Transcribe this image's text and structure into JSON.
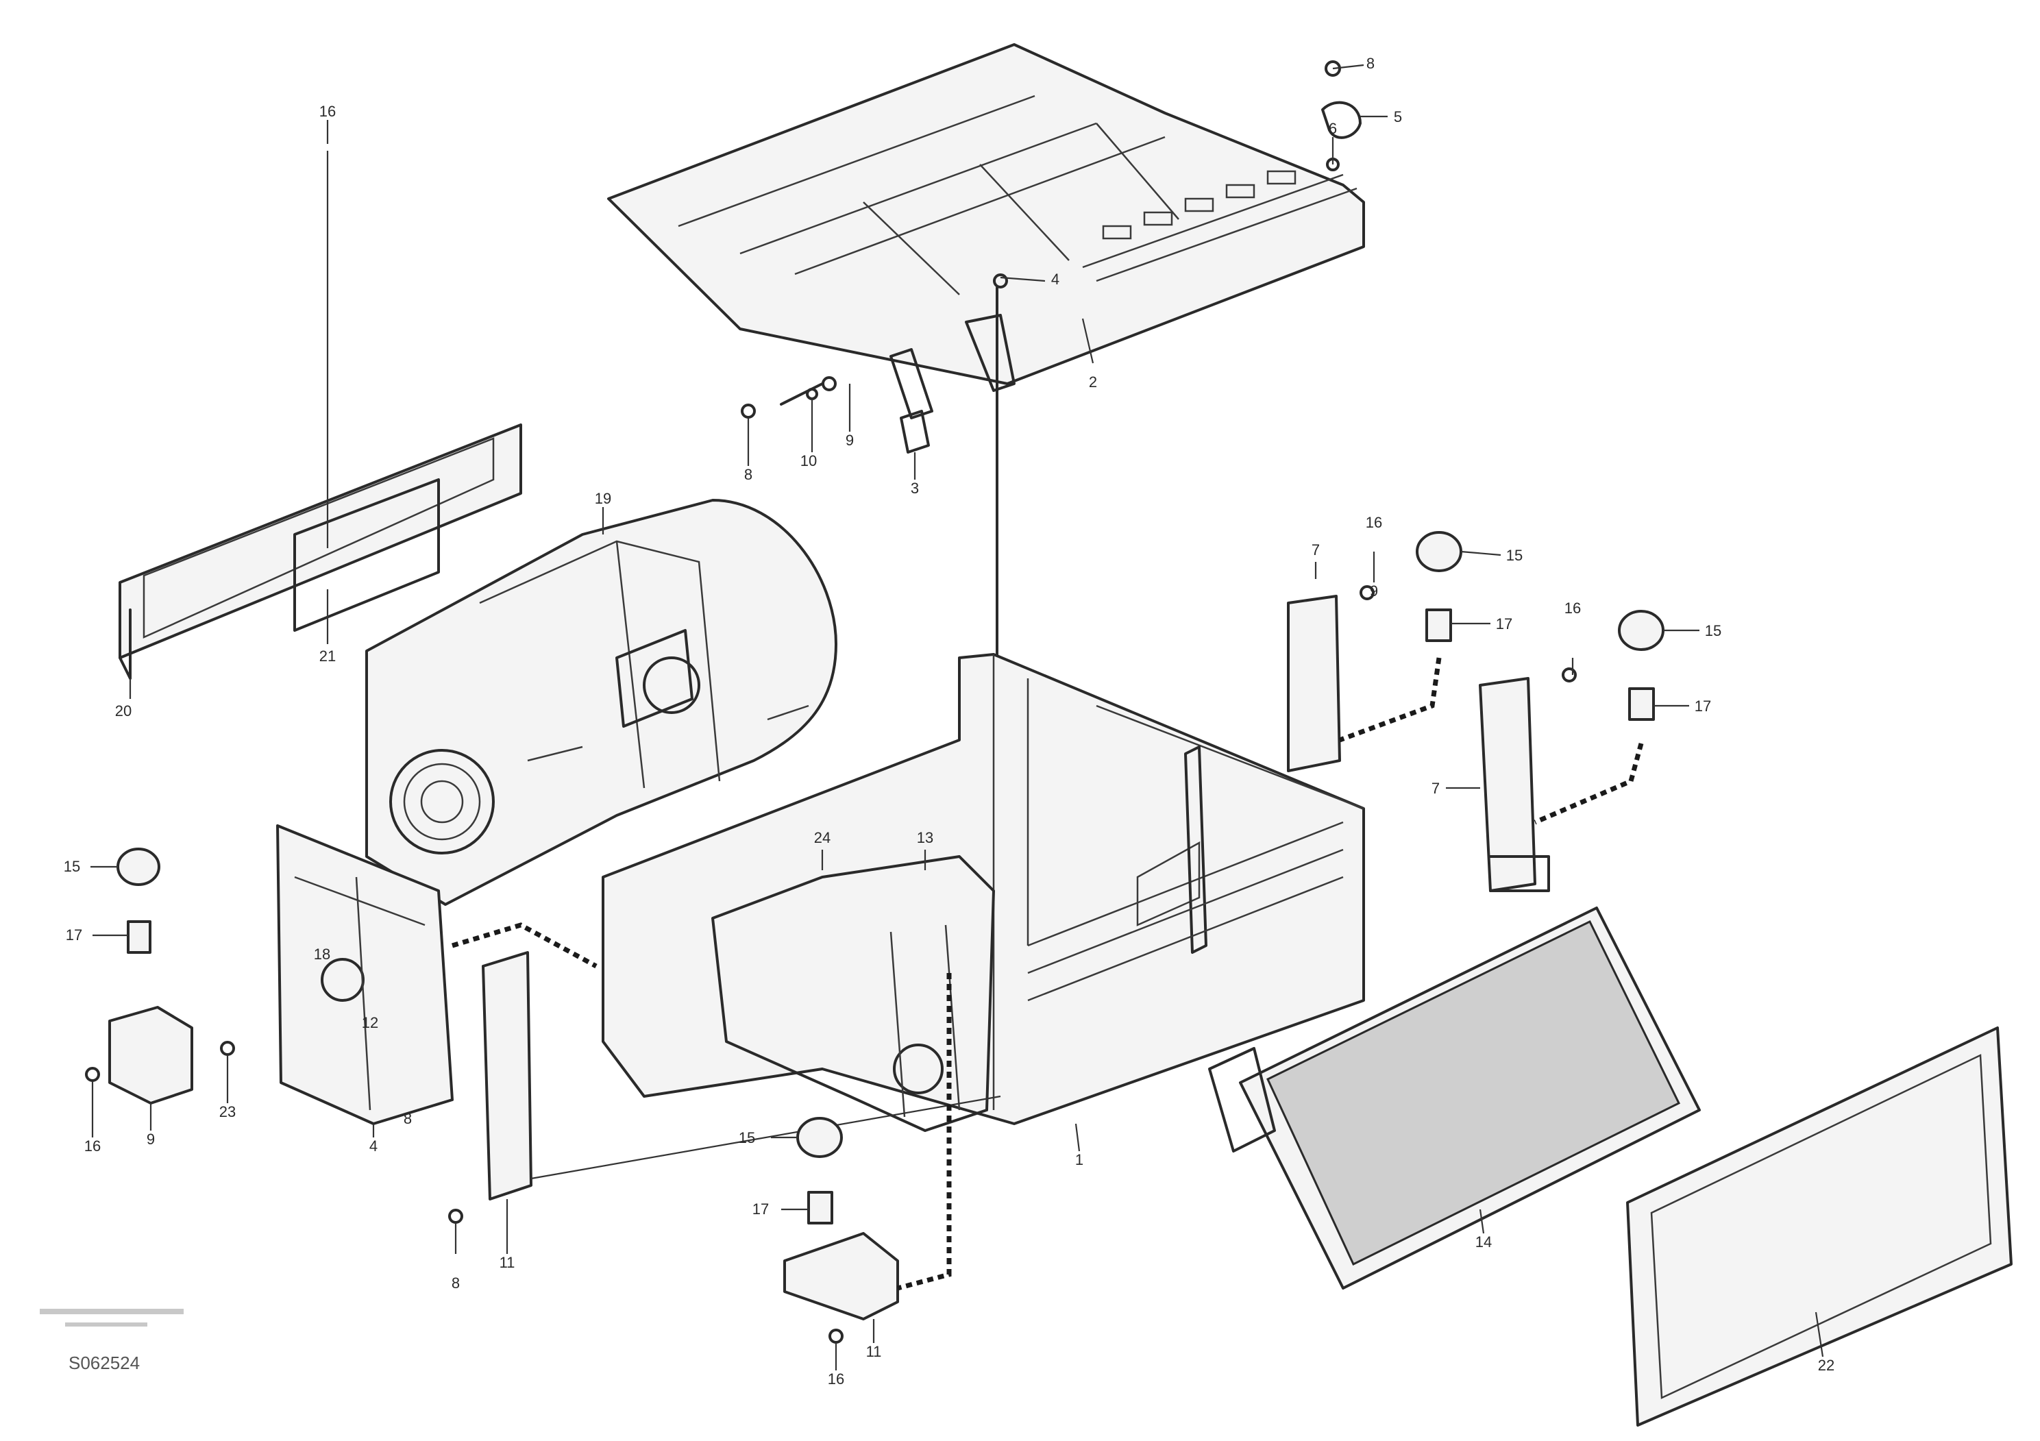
{
  "figure_id": "S062524",
  "part_labels": {
    "l1": "1",
    "l2": "2",
    "l3": "3",
    "l4a": "4",
    "l4b": "4",
    "l5": "5",
    "l6": "6",
    "l7a": "7",
    "l7b": "7",
    "l8a": "8",
    "l8b": "8",
    "l8c": "8",
    "l8d": "8",
    "l9a": "9",
    "l9b": "9",
    "l9c": "9",
    "l10": "10",
    "l11a": "11",
    "l11b": "11",
    "l12": "12",
    "l13": "13",
    "l14": "14",
    "l15a": "15",
    "l15b": "15",
    "l15c": "15",
    "l15d": "15",
    "l16a": "16",
    "l16b": "16",
    "l16c": "16",
    "l16d": "16",
    "l16e": "16",
    "l17a": "17",
    "l17b": "17",
    "l17c": "17",
    "l17d": "17",
    "l18": "18",
    "l19": "19",
    "l20": "20",
    "l21": "21",
    "l22": "22",
    "l23": "23",
    "l24": "24"
  }
}
